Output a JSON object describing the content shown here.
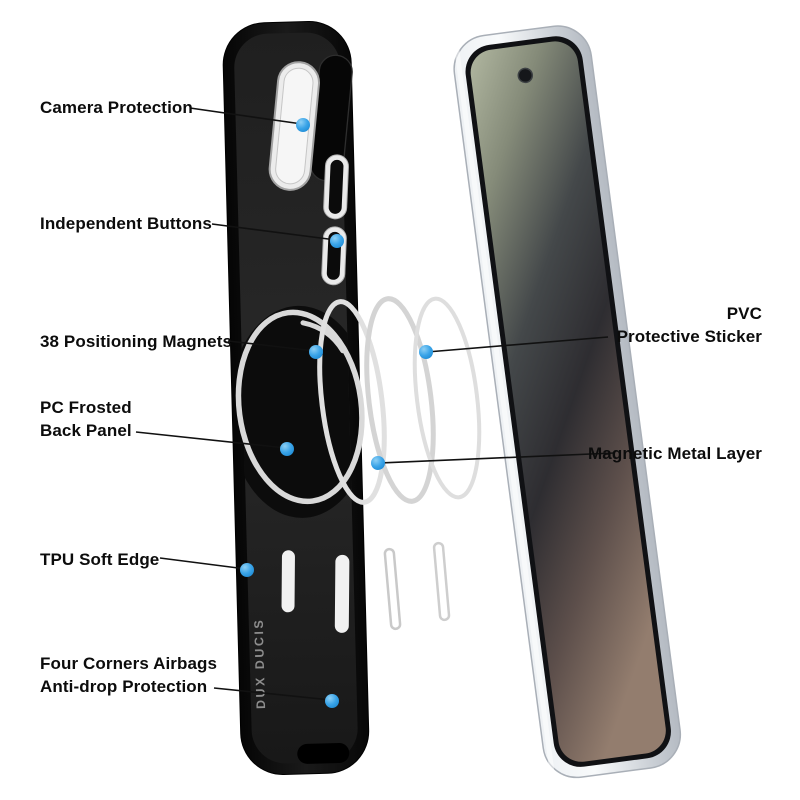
{
  "brand": "DUX DUCIS",
  "accent_color": "#2f9fe3",
  "callouts": {
    "camera_protection": {
      "label": "Camera Protection"
    },
    "independent_buttons": {
      "label": "Independent Buttons"
    },
    "positioning_magnets": {
      "label": "38 Positioning Magnets"
    },
    "pc_frosted_back_panel": {
      "line1": "PC Frosted",
      "line2": "Back Panel"
    },
    "tpu_soft_edge": {
      "label": "TPU Soft Edge"
    },
    "four_corners_airbags": {
      "line1": "Four Corners Airbags",
      "line2": "Anti-drop Protection"
    },
    "pvc_protective_sticker": {
      "line1": "PVC",
      "line2": "Protective Sticker"
    },
    "magnetic_metal_layer": {
      "label": "Magnetic Metal Layer"
    }
  }
}
